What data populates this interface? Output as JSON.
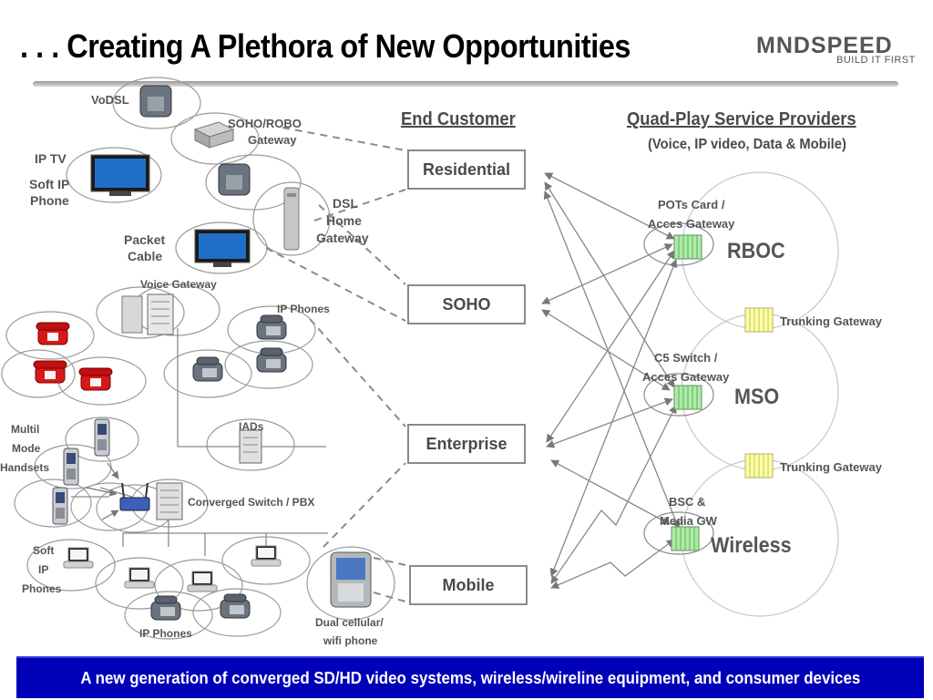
{
  "title": ". . . Creating A Plethora of New Opportunities",
  "logo": {
    "wordmark": "MNDSPEED",
    "tagline": "BUILD IT FIRST"
  },
  "device_labels": {
    "vodsl": "VoDSL",
    "soho_robo": "SOHO/ROBO",
    "gateway": "Gateway",
    "ip_tv": "IP TV",
    "soft_ip": "Soft IP",
    "phone": "Phone",
    "dsl": "DSL",
    "home": "Home",
    "gateway2": "Gateway",
    "packet": "Packet",
    "cable": "Cable",
    "voice_gateway": "Voice Gateway",
    "ip_phones_top": "IP Phones",
    "multil": "Multil",
    "mode": "Mode",
    "handsets": "Handsets",
    "iads": "IADs",
    "converged_switch": "Converged Switch / PBX",
    "soft": "Soft",
    "ip": "IP",
    "phones": "Phones",
    "ip_phones_bottom": "IP Phones",
    "dual_cellular": "Dual cellular/",
    "wifi_phone": "wifi phone"
  },
  "end_customer": {
    "heading": "End Customer",
    "segments": [
      "Residential",
      "SOHO",
      "Enterprise",
      "Mobile"
    ]
  },
  "providers": {
    "heading": "Quad-Play Service Providers",
    "subheading": "(Voice, IP video, Data & Mobile)",
    "rboc": "RBOC",
    "mso": "MSO",
    "wireless": "Wireless",
    "pots_card": "POTs Card /",
    "acces_gateway_1": "Acces Gateway",
    "c5_switch": "C5 Switch /",
    "acces_gateway_2": "Acces Gateway",
    "bsc": "BSC &",
    "media_gw": "Media GW",
    "trunking_1": "Trunking Gateway",
    "trunking_2": "Trunking Gateway"
  },
  "footer": "A new generation of converged SD/HD video systems, wireless/wireline equipment, and consumer devices",
  "colors": {
    "footer_bg": "#0000b8",
    "gateway_green": "#a8f0a0",
    "trunk_yellow": "#ffffa0",
    "phone_red": "#d81818"
  }
}
